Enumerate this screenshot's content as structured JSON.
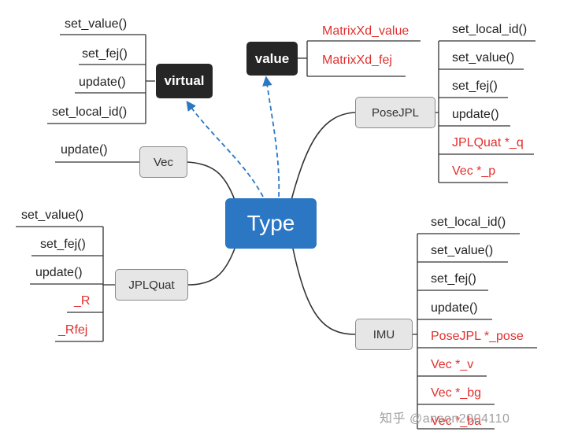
{
  "root": {
    "label": "Type"
  },
  "virtual": {
    "label": "virtual",
    "items": [
      "set_value()",
      "set_fej()",
      "update()",
      "set_local_id()"
    ]
  },
  "value": {
    "label": "value",
    "items": [
      "MatrixXd_value",
      "MatrixXd_fej"
    ]
  },
  "vec": {
    "label": "Vec",
    "items": [
      "update()"
    ]
  },
  "posejpl": {
    "label": "PoseJPL",
    "items": [
      "set_local_id()",
      "set_value()",
      "set_fej()",
      "update()",
      "JPLQuat *_q",
      "Vec *_p"
    ]
  },
  "jplquat": {
    "label": "JPLQuat",
    "items": [
      "set_value()",
      "set_fej()",
      "update()",
      "_R",
      "_Rfej"
    ]
  },
  "imu": {
    "label": "IMU",
    "items": [
      "set_local_id()",
      "set_value()",
      "set_fej()",
      "update()",
      "PoseJPL *_pose",
      "Vec *_v",
      "Vec *_bg",
      "Vec *_ba"
    ]
  },
  "watermark": "知乎 @anson2004110",
  "colors": {
    "root": "#2b77c4",
    "dark": "#262626",
    "gray": "#e6e6e6",
    "red": "#e0302e",
    "line": "#333333",
    "dashed": "#2b77c4"
  }
}
